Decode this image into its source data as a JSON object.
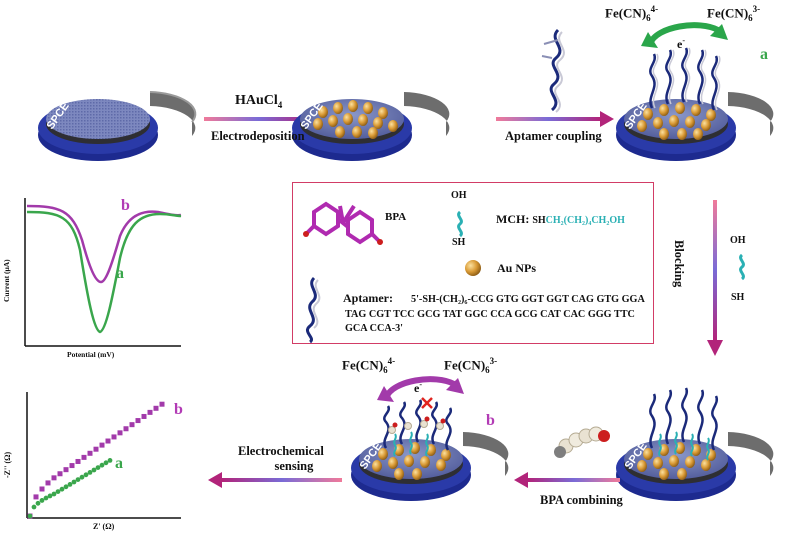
{
  "steps": {
    "electrodeposition_reagent_base": "HAuCl",
    "electrodeposition_reagent_sub": "4",
    "electrodeposition": "Electrodeposition",
    "aptamer_coupling": "Aptamer coupling",
    "blocking": "Blocking",
    "bpa_combining": "BPA combining",
    "electrochemical_sensing_1": "Electrochemical",
    "electrochemical_sensing_2": "sensing"
  },
  "electrode_label": "SPCE",
  "redox": {
    "ferro_base": "Fe(CN)",
    "ferro_sub": "6",
    "ferro_sup": "4-",
    "ferri_base": "Fe(CN)",
    "ferri_sub": "6",
    "ferri_sup": "3-",
    "electron": "e",
    "electron_sup": "-"
  },
  "state_labels": {
    "a": "a",
    "b": "b"
  },
  "legend": {
    "bpa": "BPA",
    "oh": "OH",
    "sh": "SH",
    "mch_label": "MCH:",
    "mch_formula_prefix": "SH",
    "mch_formula_rest": "CH₂(CH₂)₄CH₂OH",
    "au_nps": "Au NPs",
    "aptamer_label": "Aptamer:",
    "aptamer_seq_line1": "5'-SH-(CH₂)₆-CCG GTG GGT GGT CAG GTG GGA",
    "aptamer_seq_line2": "TAG CGT TCC GCG TAT GGC CCA GCG CAT CAC GGG TTC",
    "aptamer_seq_line3": "GCA CCA-3'"
  },
  "blocking_molecule": {
    "oh": "OH",
    "sh": "SH"
  },
  "cv_plot": {
    "ylabel": "Current (μA)",
    "xlabel": "Potential (mV)"
  },
  "eis_plot": {
    "ylabel": "-Z'' (Ω)",
    "xlabel": "Z' (Ω)"
  },
  "colors": {
    "purple": "#a23aaa",
    "green": "#3aa64c",
    "dark_blue": "#1a2a8c",
    "gold": "#d4962a",
    "arrow_pink": "#e8638c"
  }
}
